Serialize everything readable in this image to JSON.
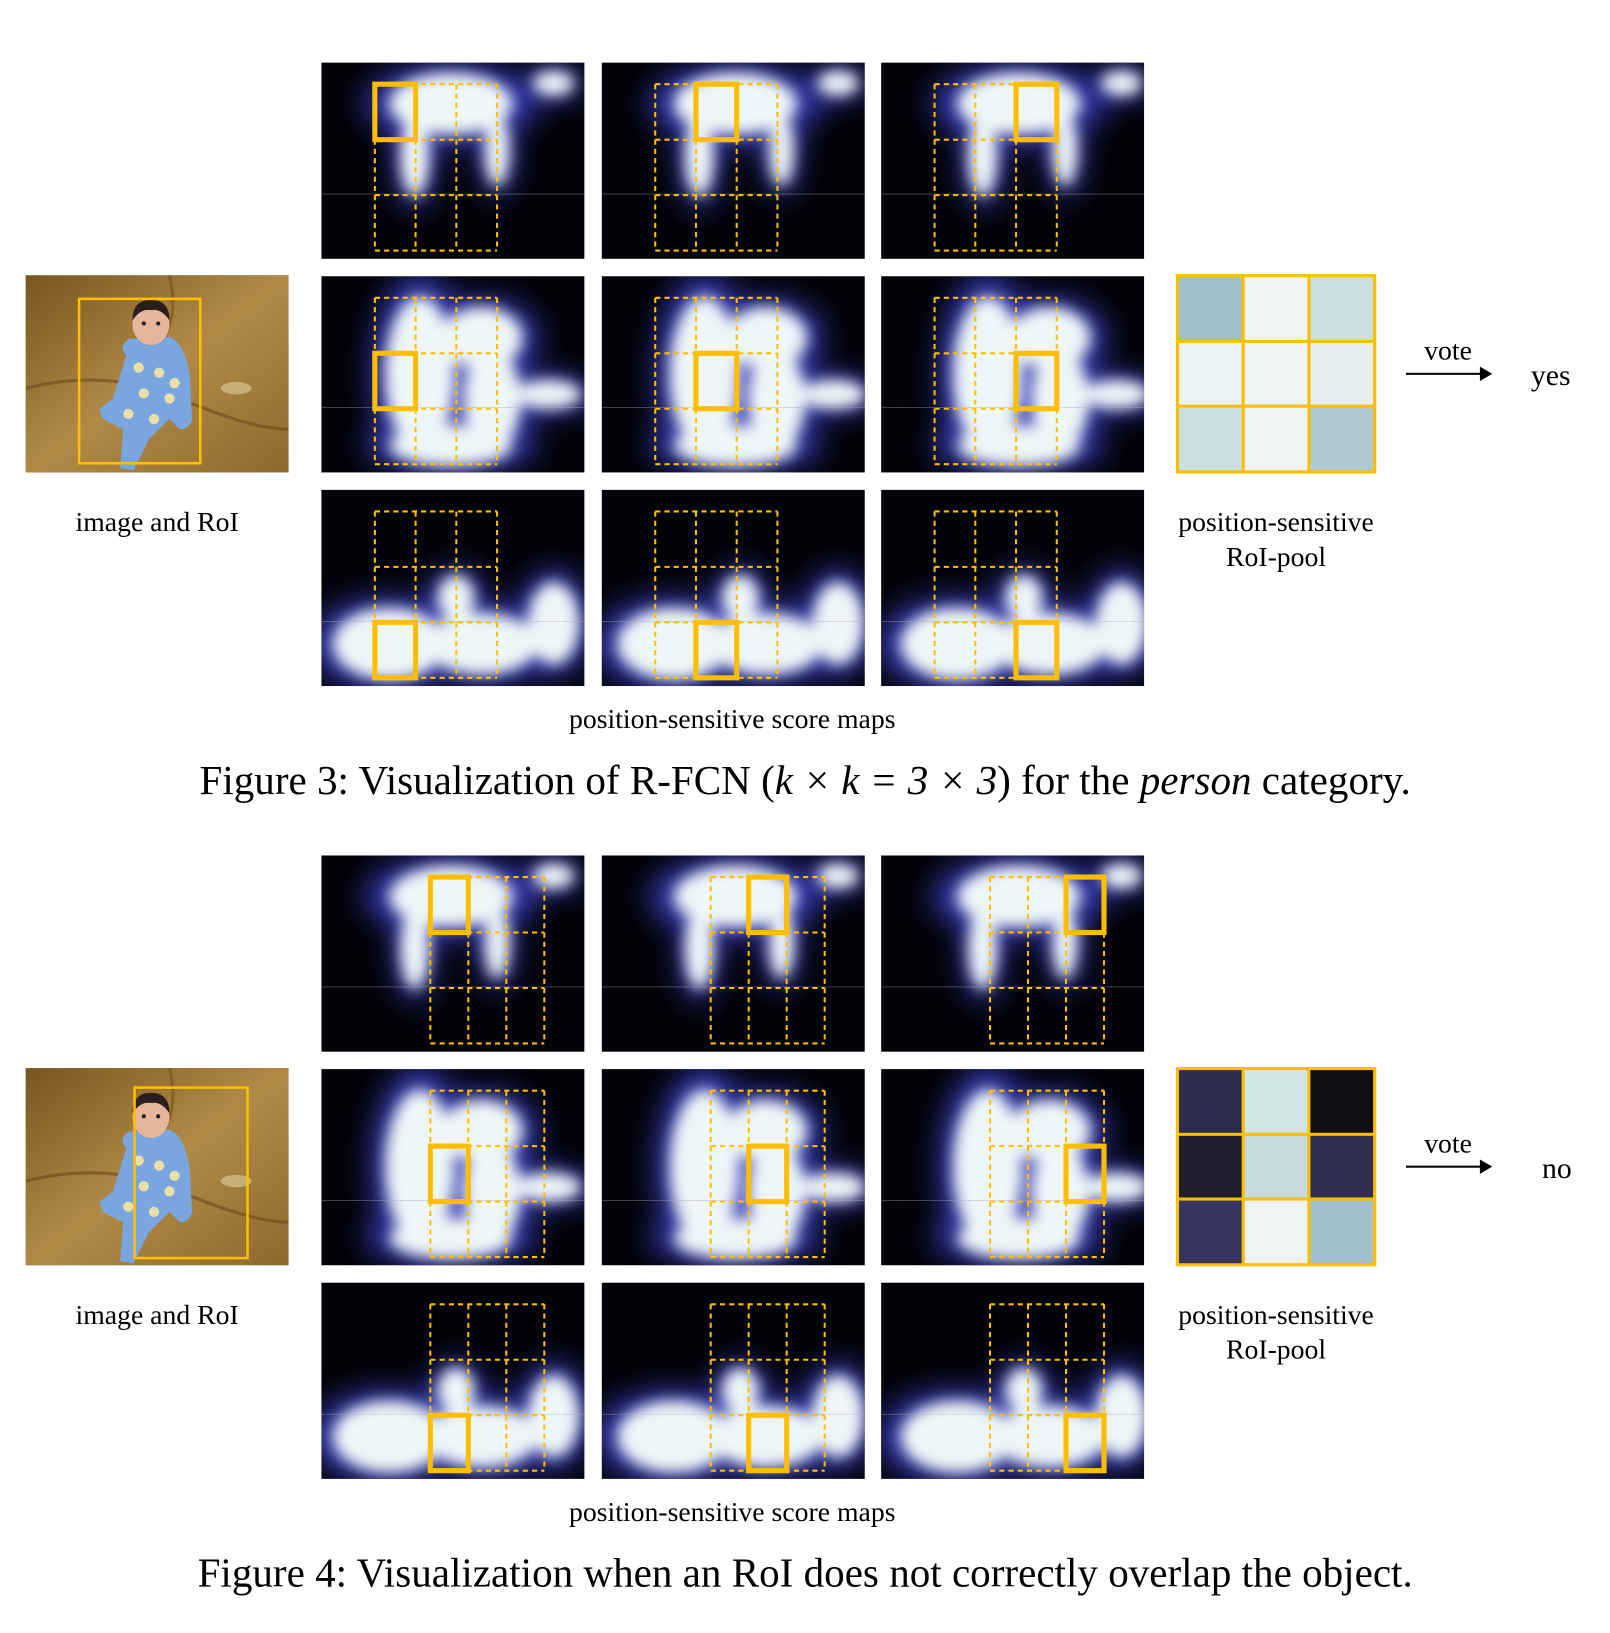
{
  "figures": [
    {
      "image_label": "image and RoI",
      "score_maps_label": "position-sensitive score maps",
      "pool_label_line1": "position-sensitive",
      "pool_label_line2": "RoI-pool",
      "vote_label": "vote",
      "result": "yes",
      "roi_shift": "centered",
      "pool_colors": [
        [
          "#a0bfcb",
          "#eff5f5",
          "#c9dfe1"
        ],
        [
          "#eaf3f3",
          "#eff5f5",
          "#e6efef"
        ],
        [
          "#c9dfe1",
          "#eff5f5",
          "#afc8d1"
        ]
      ],
      "caption": {
        "prefix": "Figure 3:",
        "text1": "Visualization of R-FCN (",
        "math": "k × k = 3 × 3",
        "text2": ") for the ",
        "italic": "person",
        "text3": " category."
      }
    },
    {
      "image_label": "image and RoI",
      "score_maps_label": "position-sensitive score maps",
      "pool_label_line1": "position-sensitive",
      "pool_label_line2": "RoI-pool",
      "vote_label": "vote",
      "result": "no",
      "roi_shift": "right",
      "pool_colors": [
        [
          "#2d2c4b",
          "#d2e5e5",
          "#0f0e14"
        ],
        [
          "#1f1e2c",
          "#c4dadd",
          "#302f52"
        ],
        [
          "#35355f",
          "#eef4f4",
          "#a0bfcb"
        ]
      ],
      "caption": {
        "prefix": "Figure 4:",
        "text1": "Visualization when an RoI does not correctly overlap the object.",
        "math": "",
        "text2": "",
        "italic": "",
        "text3": ""
      }
    }
  ],
  "colors": {
    "roi": "#fdbe00",
    "map_bg": "#03030a"
  }
}
